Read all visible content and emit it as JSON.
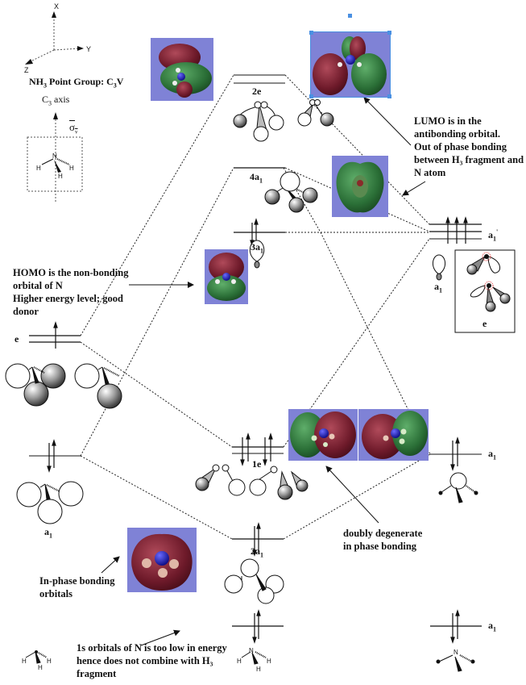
{
  "header": {
    "axes": {
      "x": "X",
      "y": "Y",
      "z": "Z"
    },
    "point_group_prefix": "NH",
    "point_group_sub": "3",
    "point_group_mid": " Point Group: C",
    "point_group_sub2": "3",
    "point_group_suffix": "V",
    "c3_axis_prefix": "C",
    "c3_axis_sub": "3",
    "c3_axis_suffix": " axis",
    "sigma_v": "σ",
    "sigma_v_sub": "v",
    "atoms": {
      "n": "N",
      "h": "H"
    }
  },
  "levels": {
    "mo_2e": "2e",
    "mo_4a1": "4a",
    "mo_3a1": "3a",
    "mo_1e": "1e",
    "mo_2a1": "2a",
    "sub1": "1",
    "h3_e": "e",
    "h3_a1": "a",
    "n_a1_prime": "a",
    "n_a1": "a",
    "n_e": "e",
    "n_a1_bottom": "a",
    "n_a1_low": "a"
  },
  "annotations": {
    "lumo": [
      "LUMO is in the",
      "antibonding orbital.",
      "Out of phase bonding",
      "between H₃ fragment and",
      "N atom"
    ],
    "homo": [
      "HOMO is the non-bonding",
      "orbital of N",
      "Higher energy level; good",
      "donor"
    ],
    "in_phase": [
      "In-phase bonding",
      "orbitals"
    ],
    "degenerate": [
      "doubly degenerate",
      "in phase bonding"
    ],
    "core": [
      "1s orbitals of N is too low in energy",
      "hence does not combine with H₃",
      "fragment"
    ]
  },
  "colors": {
    "mo_background": "#7f82d6",
    "lobe_red": "#7a1e30",
    "lobe_green": "#2f7a3c",
    "nitrogen": "#1a1ab0",
    "hydrogen": "#e8c8b8",
    "selection": "#4a90e2"
  }
}
